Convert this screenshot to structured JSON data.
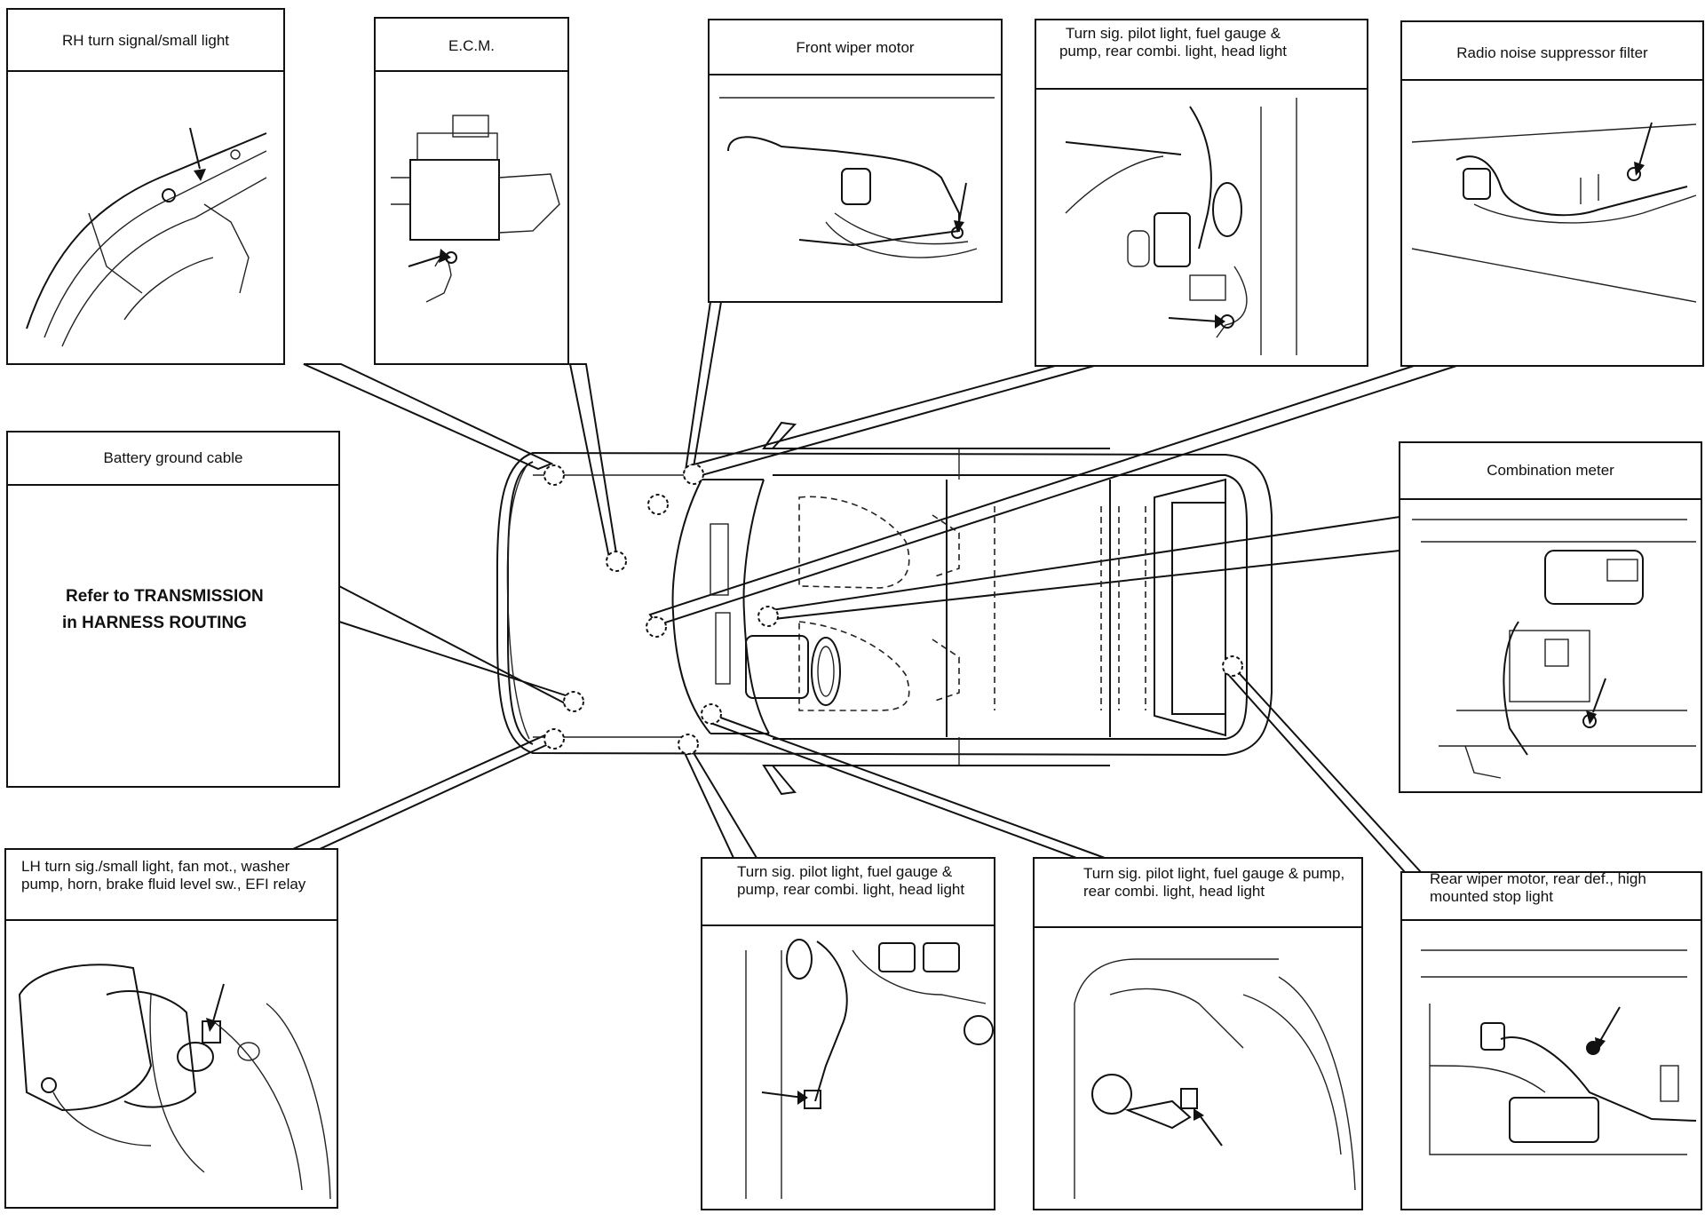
{
  "panels": {
    "rh_turn": "RH turn signal/small light",
    "ecm": "E.C.M.",
    "front_wiper": "Front wiper motor",
    "turn_sig_top": "Turn sig. pilot light, fuel gauge & pump, rear combi. light, head light",
    "radio_noise": "Radio noise suppressor filter",
    "battery": "Battery ground cable",
    "combination_meter": "Combination meter",
    "lh_turn": "LH turn sig./small light, fan mot., washer pump, horn, brake fluid level sw., EFI relay",
    "turn_sig_bottom_left": "Turn sig. pilot light, fuel gauge & pump, rear combi. light, head light",
    "turn_sig_bottom_right": "Turn sig. pilot light, fuel gauge & pump, rear combi. light, head light",
    "rear_wiper": "Rear wiper motor, rear def., high mounted stop light"
  },
  "notes": {
    "refer_line1": "Refer to  TRANSMISSION",
    "refer_line2": "in HARNESS ROUTING"
  }
}
